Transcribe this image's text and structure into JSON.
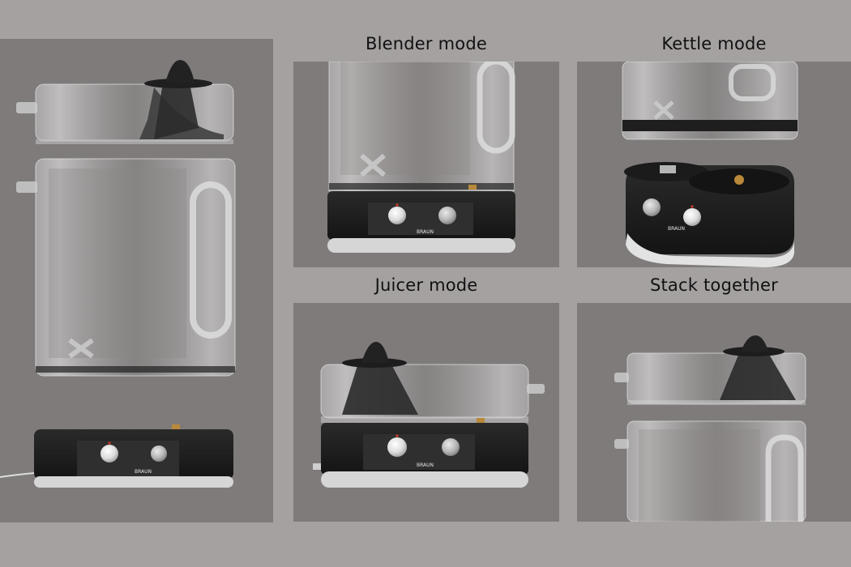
{
  "captions": {
    "blender": "Blender mode",
    "kettle": "Kettle mode",
    "juicer": "Juicer mode",
    "stack": "Stack together"
  },
  "brand": "BRAUN",
  "colors": {
    "background": "#a5a1a1",
    "panel": "#7f7b7b",
    "base_black": "#1c1c1c",
    "indicator_red": "#d23a2a",
    "connector_brass": "#b8893a"
  }
}
